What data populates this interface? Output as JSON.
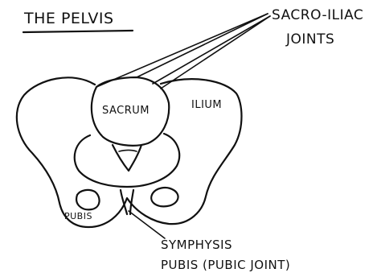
{
  "title": "THE PELVIS",
  "labels": {
    "sacroiliac_line1": "SACRO-ILIAC",
    "sacroiliac_line2": "JOINTS",
    "sacrum": "SACRUM",
    "ilium": "ILIUM",
    "pubis": "PUBIS",
    "symphysis_line1": "SYMPHYSIS",
    "symphysis_line2": "PUBIS (PUBIC JOINT)"
  },
  "colors": {
    "ink": "#111111",
    "background": "#ffffff"
  }
}
